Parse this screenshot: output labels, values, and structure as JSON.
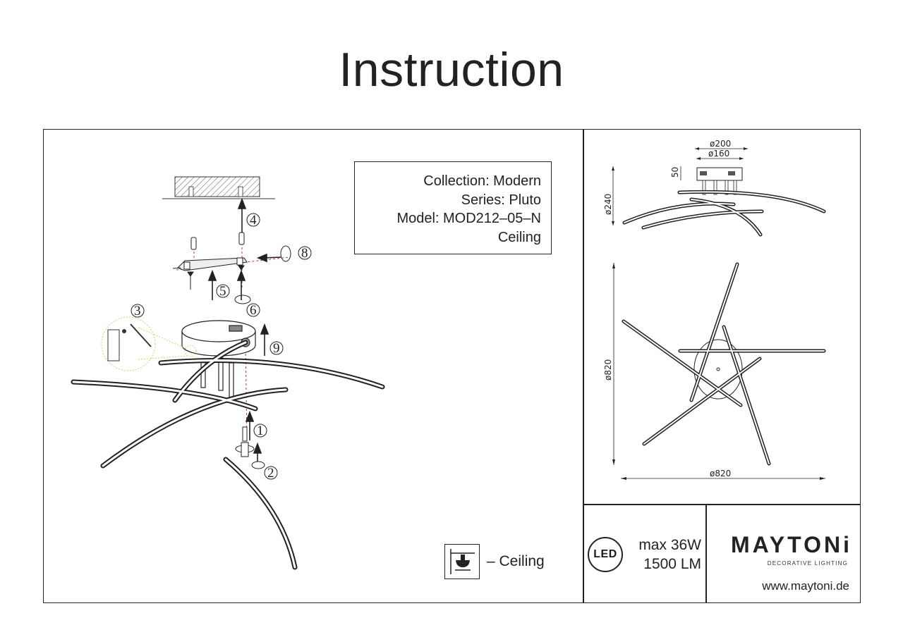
{
  "header": {
    "title": "Instruction"
  },
  "product_info": {
    "collection": "Collection: Modern",
    "series": "Series: Pluto",
    "model": "Model: MOD212–05–N",
    "mounting": "Ceiling"
  },
  "assembly_steps": [
    "1",
    "2",
    "3",
    "4",
    "5",
    "6",
    "8",
    "9"
  ],
  "legend": {
    "ceiling_label": "– Ceiling",
    "icon": "ceiling-mount-icon"
  },
  "dimensions": {
    "d200": "ø200",
    "d160": "ø160",
    "h50": "50",
    "h240": "ø240",
    "h820": "ø820",
    "w820": "ø820"
  },
  "specs": {
    "led_badge": "LED",
    "max_power": "max 36W",
    "lumen": "1500 LM"
  },
  "brand": {
    "name": "MAYTONi",
    "tagline": "DECORATIVE LIGHTING",
    "website": "www.maytoni.de"
  },
  "colors": {
    "line": "#222222",
    "background": "#ffffff",
    "hatch": "#555555",
    "guide_dash": "#c0392b",
    "callout": "#d8d070"
  }
}
